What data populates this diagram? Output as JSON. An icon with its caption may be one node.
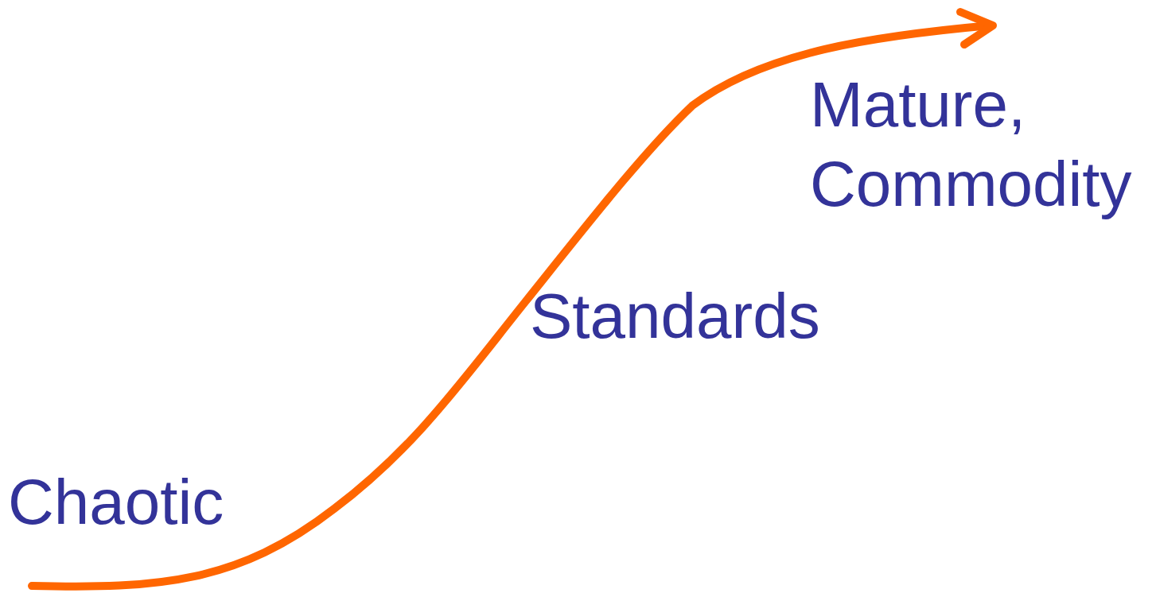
{
  "diagram": {
    "labels": [
      "Mature, Commodity",
      "Standards",
      "Chaotic"
    ]
  }
}
